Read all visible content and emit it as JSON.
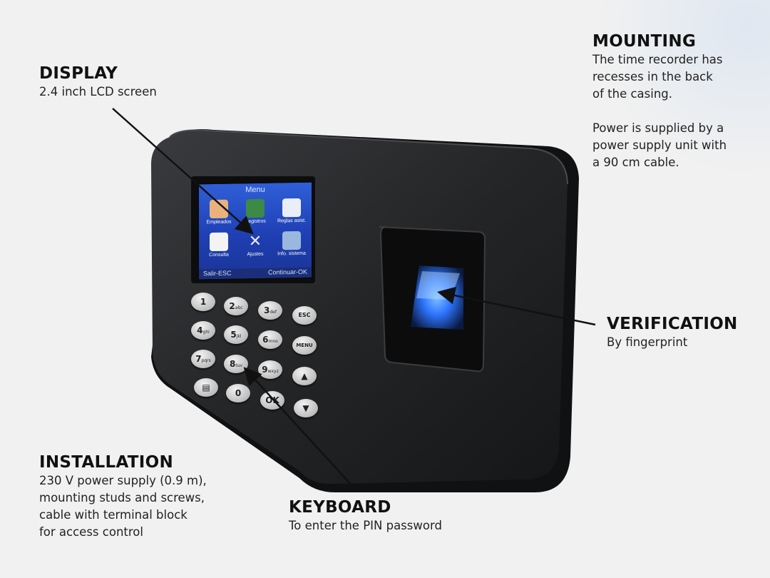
{
  "callouts": {
    "display": {
      "title": "DISPLAY",
      "text": "2.4 inch LCD screen"
    },
    "mounting": {
      "title": "MOUNTING",
      "text": "The time recorder has\nrecesses in the back\nof the casing.\n\nPower is supplied by a\npower supply unit with\na 90 cm cable."
    },
    "verification": {
      "title": "VERIFICATION",
      "text": "By fingerprint"
    },
    "installation": {
      "title": "INSTALLATION",
      "text": "230 V power supply (0.9 m),\nmounting studs and screws,\ncable with terminal block\nfor access control"
    },
    "keyboard": {
      "title": "KEYBOARD",
      "text": "To enter the PIN password"
    }
  },
  "screen": {
    "title": "Menu",
    "tiles": [
      "Empleados",
      "Registros",
      "Reglas asist.",
      "Consulta",
      "Ajustes",
      "Info. sistema"
    ],
    "exit": "Salir-ESC",
    "continue": "Continuar-OK"
  },
  "keys": [
    {
      "main": "1",
      "sub": ""
    },
    {
      "main": "2",
      "sub": "abc"
    },
    {
      "main": "3",
      "sub": "def"
    },
    {
      "main": "ESC",
      "sub": ""
    },
    {
      "main": "4",
      "sub": "ghi"
    },
    {
      "main": "5",
      "sub": "jkl"
    },
    {
      "main": "6",
      "sub": "mno"
    },
    {
      "main": "MENU",
      "sub": ""
    },
    {
      "main": "7",
      "sub": "pqrs"
    },
    {
      "main": "8",
      "sub": "tuv"
    },
    {
      "main": "9",
      "sub": "wxyz"
    },
    {
      "main": "▲",
      "sub": ""
    },
    {
      "main": "▤",
      "sub": ""
    },
    {
      "main": "0",
      "sub": ""
    },
    {
      "main": "OK",
      "sub": ""
    },
    {
      "main": "▼",
      "sub": ""
    }
  ],
  "colors": {
    "device": "#252628",
    "screen": "#2a55cf",
    "scanner_glow": "#3f8cff"
  }
}
